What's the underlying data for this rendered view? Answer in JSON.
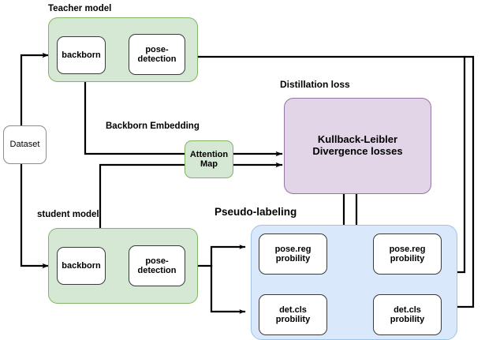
{
  "diagram": {
    "title_captions": {
      "teacher": "Teacher model",
      "student": "student model",
      "backborn_embedding": "Backborn Embedding",
      "distillation_loss": "Distillation loss",
      "pseudo_labeling": "Pseudo-labeling"
    },
    "nodes": {
      "dataset": "Dataset",
      "teacher_backborn": "backborn",
      "teacher_pose_detection": "pose-\ndetection",
      "student_backborn": "backborn",
      "student_pose_detection": "pose-\ndetection",
      "attention_map": "Attention\nMap",
      "kl_loss": "Kullback-Leibler\nDivergence losses",
      "teacher_pose_reg": "pose.reg\nprobility",
      "teacher_det_cls": "det.cls\nprobility",
      "student_pose_reg": "pose.reg\nprobility",
      "student_det_cls": "det.cls\nprobility"
    },
    "colors": {
      "green_fill": "#d5e8d4",
      "green_stroke": "#82b366",
      "blue_fill": "#dae8fc",
      "blue_stroke": "#9dc3e6",
      "purple_fill": "#e1d5e7",
      "purple_stroke": "#9673a6",
      "node_stroke": "#3a3a3a",
      "dataset_stroke": "#8c8c8c",
      "wire": "#000000"
    }
  }
}
